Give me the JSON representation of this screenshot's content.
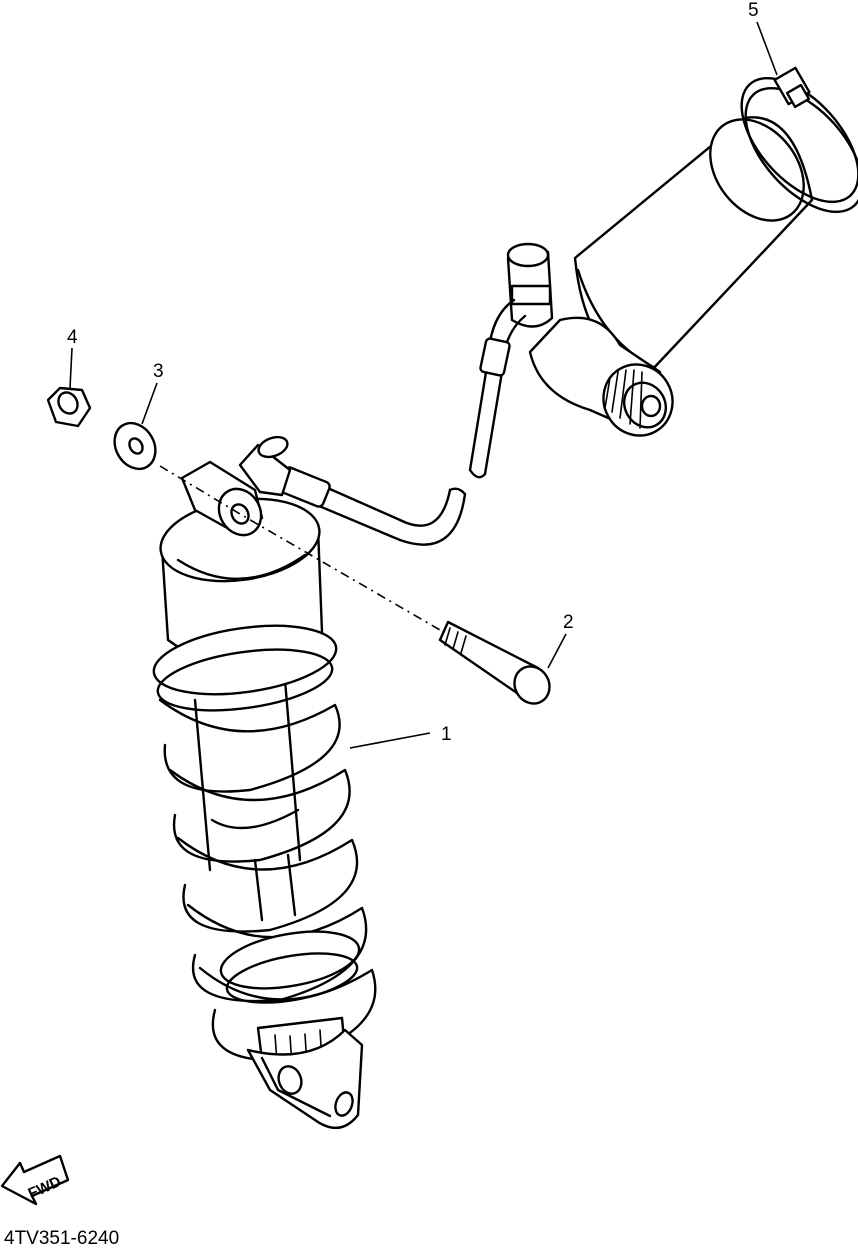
{
  "parts": [
    {
      "ref": "1",
      "part": "rear-shock-absorber"
    },
    {
      "ref": "2",
      "part": "bolt"
    },
    {
      "ref": "3",
      "part": "washer"
    },
    {
      "ref": "4",
      "part": "nut"
    },
    {
      "ref": "5",
      "part": "hose-clamp"
    }
  ],
  "fwd_label": "FWD",
  "diagram_code": "4TV351-6240",
  "colors": {
    "ink": "#000000",
    "paper": "#ffffff"
  }
}
